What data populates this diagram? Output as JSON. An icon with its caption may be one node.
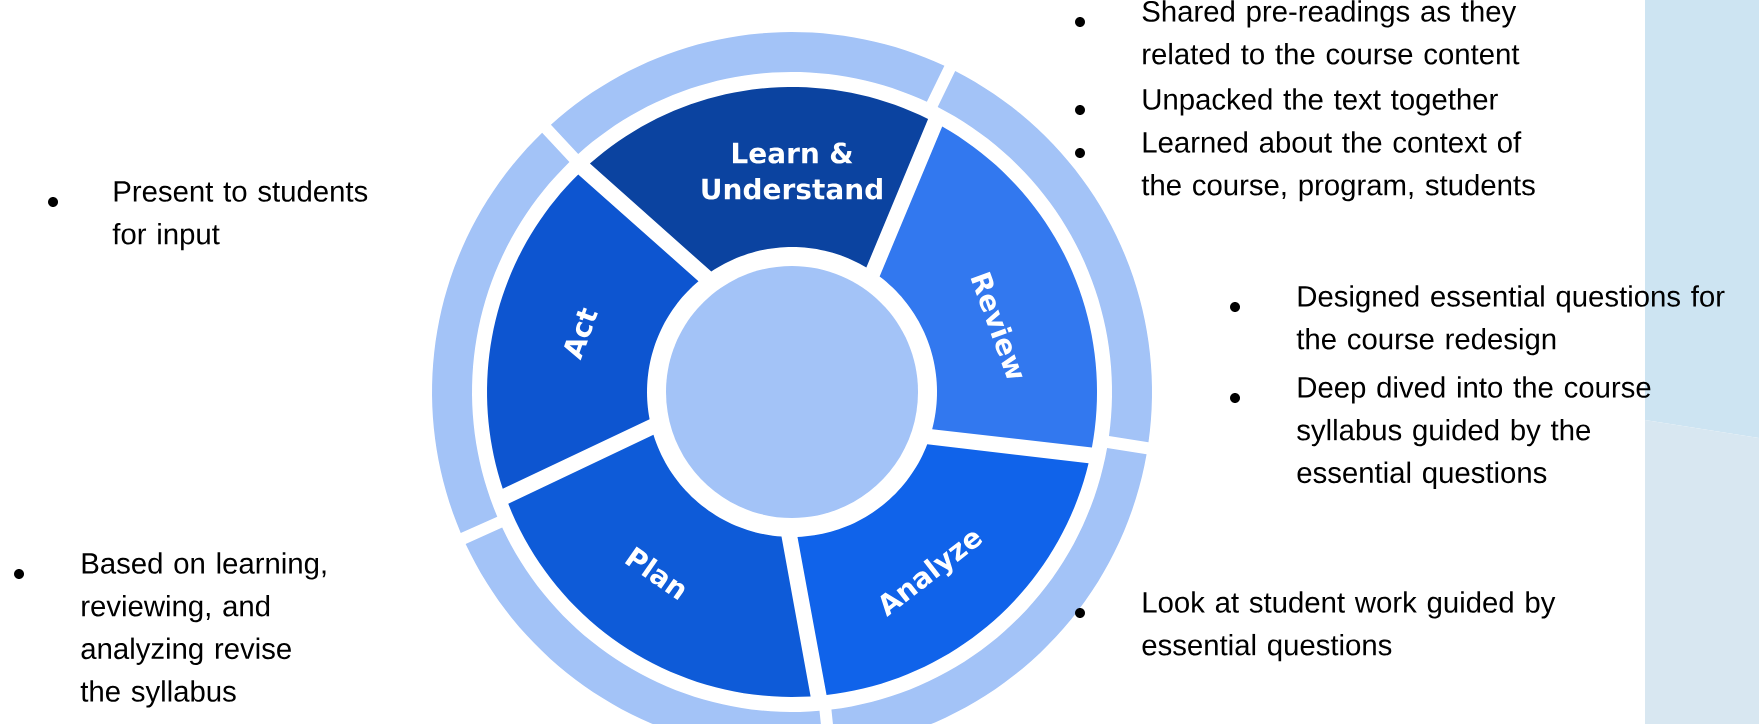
{
  "diagram": {
    "nodes": [
      {
        "text": [
          "Learn & Understand"
        ]
      },
      {
        "text": [
          "Review"
        ]
      },
      {
        "text": [
          "Analyze"
        ]
      },
      {
        "text": [
          "Plan"
        ]
      },
      {
        "text": [
          "Act"
        ]
      },
      {
        "text": [],
        "shape": "circle"
      }
    ],
    "labels": [
      "Shared pre-readings as they related to the course content",
      "Unpacked the text together",
      "Present to students for input",
      "Learned about the context of the course, program, students",
      "Designed essential questions for the course redesign",
      "Deep dived into the course syllabus guided by the essential questions",
      "Based on learning, reviewing, and analyzing revise the syllabus",
      "Look at student work guided by essential questions"
    ]
  }
}
